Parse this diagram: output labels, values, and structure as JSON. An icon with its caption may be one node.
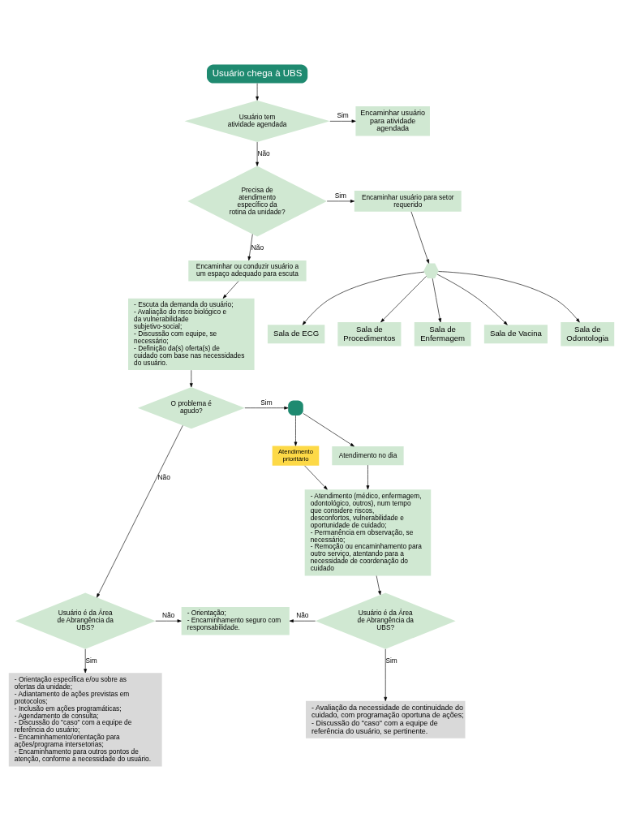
{
  "diagram": {
    "nodes": [
      {
        "text": [
          "Usuário chega à UBS"
        ]
      },
      {
        "text": [
          "Usuário tem atividade agendada"
        ]
      },
      {
        "text": [
          "Encaminhar usuário para atividade agendada"
        ]
      },
      {
        "text": [
          "Precisa de atendimento específico da rotina da unidade?"
        ]
      },
      {
        "text": [
          "Encaminhar usuário para setor requerido"
        ]
      },
      {
        "text": [],
        "shape": "hexagon"
      },
      {
        "text": [
          "Sala de ECG"
        ]
      },
      {
        "text": [
          "Sala de Procedimentos"
        ]
      },
      {
        "text": [
          "Sala de Enfermagem"
        ]
      },
      {
        "text": [
          "Sala de Vacina"
        ]
      },
      {
        "text": [
          "Sala de Odontologia"
        ]
      },
      {
        "text": [
          "Encaminhar ou conduzir usuário a um espaço adequado para escuta"
        ]
      },
      {
        "text": [
          "- Escuta da demanda do usuário; - Avaliação do risco biológico e da vulnerabilidade subjetivo-social; - Discussão com equipe, se necessário; - Definição da(s) oferta(s) de cuidado com base nas necessidades do usuário."
        ]
      },
      {
        "text": [
          "O problema é agudo?"
        ]
      },
      {
        "text": [],
        "shape": "gate"
      },
      {
        "text": [
          "Atendimento prioritário"
        ]
      },
      {
        "text": [
          "Atendimento no dia"
        ]
      },
      {
        "text": [
          "- Atendimento (médico, enfermagem, odontológico, outros), num tempo que considere riscos, desconfortos, vulnerabilidade e oportunidade de cuidado; - Permanência em observação, se necessário; - Remoção ou encaminhamento para outro serviço, atentando para a necessidade de coordenação do cuidado"
        ]
      },
      {
        "text": [
          "Usuário é da Área de Abrangência da UBS?"
        ]
      },
      {
        "text": [
          "- Orientação; - Encaminhamento seguro com responsabilidade."
        ]
      },
      {
        "text": [
          "Usuário é da Área de Abrangência da UBS?"
        ]
      },
      {
        "text": [
          "- Orientação específica e/ou sobre as ofertas da unidade; - Adiantamento de ações previstas em protocolos; - Inclusão em ações programáticas; - Agendamento de consulta; - Discussão do \"caso\" com a equipe de referência do usuário; - Encaminhamento/orientação para ações/programa intersetorias; - Encaminhamento para outros pontos de atenção, conforme a necessidade do usuário."
        ]
      },
      {
        "text": [
          "- Avaliação da necessidade de continuidade do cuidado, com programação oportuna de ações; - Discussão do \"caso\" com a equipe de referência do usuário, se pertinente."
        ]
      }
    ],
    "edges": [
      {
        "from": 0,
        "to": 1,
        "arrow": "to"
      },
      {
        "from": 1,
        "to": 2,
        "arrow": "to",
        "label": "Sim"
      },
      {
        "from": 1,
        "to": 3,
        "arrow": "to",
        "label": "Não"
      },
      {
        "from": 3,
        "to": 4,
        "arrow": "to",
        "label": "Sim"
      },
      {
        "from": 3,
        "to": 11,
        "arrow": "to",
        "label": "Não"
      },
      {
        "from": 4,
        "to": 5,
        "arrow": "to"
      },
      {
        "from": 5,
        "to": 6,
        "arrow": "to"
      },
      {
        "from": 5,
        "to": 7,
        "arrow": "to"
      },
      {
        "from": 5,
        "to": 8,
        "arrow": "to"
      },
      {
        "from": 5,
        "to": 9,
        "arrow": "to"
      },
      {
        "from": 5,
        "to": 10,
        "arrow": "to"
      },
      {
        "from": 11,
        "to": 12,
        "arrow": "to"
      },
      {
        "from": 12,
        "to": 13,
        "arrow": "to"
      },
      {
        "from": 13,
        "to": 14,
        "arrow": "to",
        "label": "Sim"
      },
      {
        "from": 14,
        "to": 15,
        "arrow": "to"
      },
      {
        "from": 14,
        "to": 16,
        "arrow": "to"
      },
      {
        "from": 15,
        "to": 17,
        "arrow": "to"
      },
      {
        "from": 16,
        "to": 17,
        "arrow": "to"
      },
      {
        "from": 13,
        "to": 18,
        "arrow": "to",
        "label": "Não"
      },
      {
        "from": 17,
        "to": 20,
        "arrow": "to"
      },
      {
        "from": 18,
        "to": 19,
        "arrow": "to",
        "label": "Não"
      },
      {
        "from": 20,
        "to": 19,
        "arrow": "to",
        "label": "Não"
      },
      {
        "from": 18,
        "to": 21,
        "arrow": "to",
        "label": "Sim"
      },
      {
        "from": 20,
        "to": 22,
        "arrow": "to",
        "label": "Sim"
      }
    ]
  }
}
